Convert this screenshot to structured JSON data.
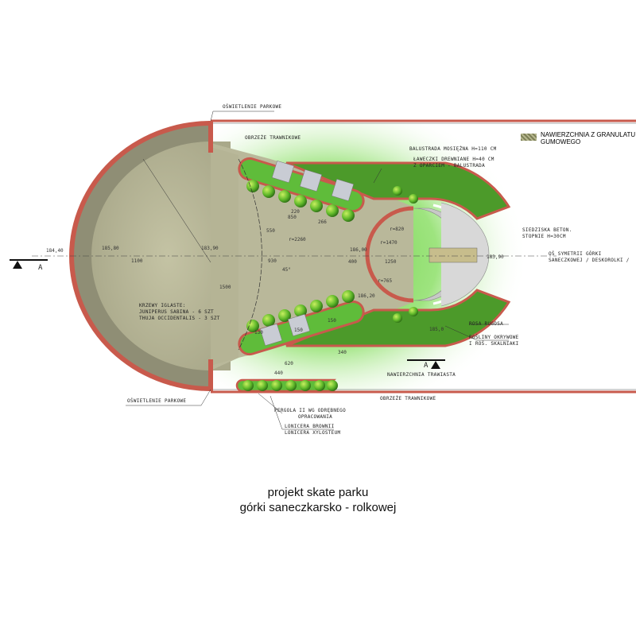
{
  "legend": {
    "label_line1": "NAWIERZCHNIA Z GRANULATU",
    "label_line2": "GUMOWEGO"
  },
  "labels": {
    "lighting_top": "OŚWIETLENIE PARKOWE",
    "lighting_bottom": "OŚWIETLENIE PARKOWE",
    "lawn_edge_top": "OBRZEŻE TRAWNIKOWE",
    "lawn_edge_bottom": "OBRZEŻE TRAWNIKOWE",
    "railing": "BALUSTRADA MOSIĘŻNA H=110 CM",
    "benches_1": "ŁAWECZKI DREWNIANE H=40 CM",
    "benches_2": "Z OPARCIEM - BALUSTRADA",
    "seats_1": "SIEDZISKA BETON.",
    "seats_2": "STOPNIE H=30CM",
    "axis_1": "OŚ SYMETRII GÓRKI",
    "axis_2": "SANECZKOWEJ / DESKOROLKI /",
    "shrubs_1": "KRZEWY IGLASTE:",
    "shrubs_2": "JUNIPERUS SABINA - 6 SZT",
    "shrubs_3": "THUJA OCCIDENTALIS - 3 SZT",
    "rosa": "ROSA RUGOSA",
    "groundcover_1": "ROŚLINY OKRYWOWE",
    "groundcover_2": "I ROŚ. SKALNIAKI",
    "grass_surface": "NAWIERZCHNIA TRAWIASTA",
    "pergola_1": "PERGOLA II WG ODRĘBNEGO",
    "pergola_2": "OPRACOWANIA",
    "lonicera_1": "LONICERA BROWNII",
    "lonicera_2": "LONICERA XYLOSTEUM",
    "section_a_left": "A",
    "section_a_right": "A"
  },
  "dimensions": {
    "d1": "184,40",
    "d2": "185,80",
    "d3": "183,90",
    "d4": "1100",
    "d5": "930",
    "d6": "r=2260",
    "d7": "186,00",
    "d8": "400",
    "d9": "r=1470",
    "d10": "1250",
    "d11": "45°",
    "d12": "183,90",
    "d13": "186,20",
    "d14": "850",
    "d15": "220",
    "d16": "550",
    "d17": "266",
    "d18": "r=820",
    "d19": "130",
    "d20": "150",
    "d21": "150",
    "d22": "340",
    "d23": "620",
    "d24": "440",
    "d25": "1500",
    "d26": "r=765",
    "d27": "185,0"
  },
  "title": {
    "line1": "projekt skate parku",
    "line2": "górki saneczkarsko - rolkowej"
  }
}
